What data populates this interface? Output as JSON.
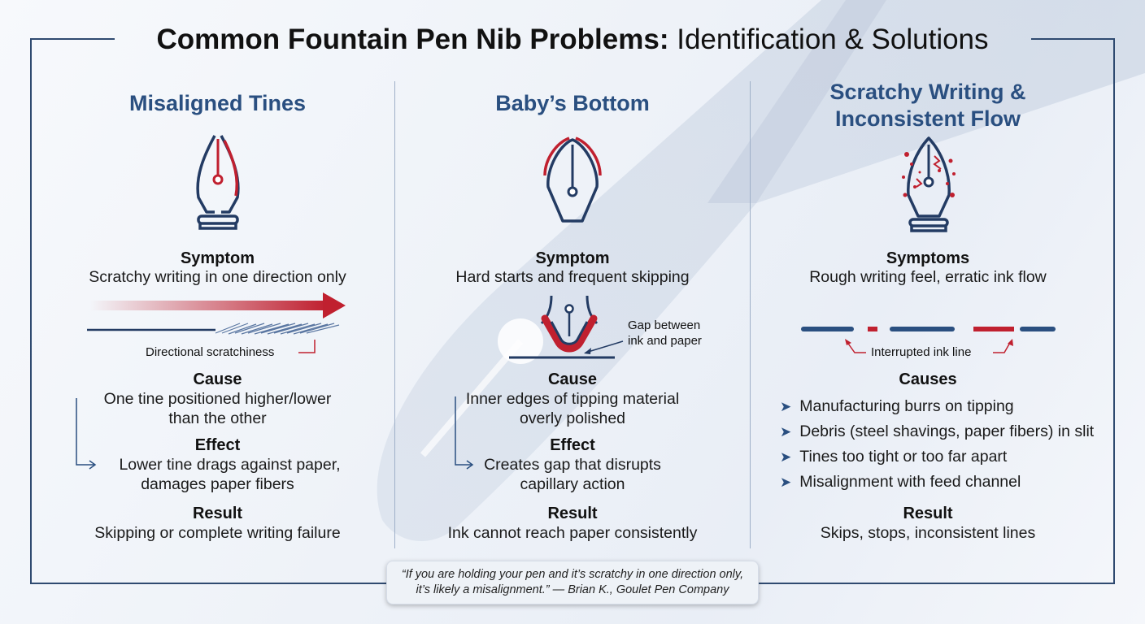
{
  "title": {
    "bold": "Common Fountain Pen Nib Problems:",
    "regular": "Identification & Solutions"
  },
  "colors": {
    "navy": "#2a4f80",
    "red": "#c0202f",
    "frame": "#2f4a70"
  },
  "columns": [
    {
      "title": "Misaligned Tines",
      "icon": "misaligned-nib-icon",
      "symptom_heading": "Symptom",
      "symptom_text": "Scratchy writing in one direction only",
      "diagram_label": "Directional scratchiness",
      "cause_heading": "Cause",
      "cause_line1": "One tine positioned higher/lower",
      "cause_line2": "than the other",
      "effect_heading": "Effect",
      "effect_line1": "Lower tine drags against paper,",
      "effect_line2": "damages paper fibers",
      "result_heading": "Result",
      "result_text": "Skipping or complete writing failure"
    },
    {
      "title": "Baby’s Bottom",
      "icon": "babys-bottom-nib-icon",
      "symptom_heading": "Symptom",
      "symptom_text": "Hard starts and frequent skipping",
      "diagram_label_line1": "Gap between",
      "diagram_label_line2": "ink and paper",
      "cause_heading": "Cause",
      "cause_line1": "Inner edges of tipping material",
      "cause_line2": "overly polished",
      "effect_heading": "Effect",
      "effect_line1": "Creates gap that disrupts",
      "effect_line2": "capillary action",
      "result_heading": "Result",
      "result_text": "Ink cannot reach paper consistently"
    },
    {
      "title_line1": "Scratchy Writing &",
      "title_line2": "Inconsistent Flow",
      "icon": "scratchy-nib-icon",
      "symptom_heading": "Symptoms",
      "symptom_text": "Rough writing feel, erratic ink flow",
      "diagram_label": "Interrupted ink line",
      "causes_heading": "Causes",
      "causes": [
        "Manufacturing burrs on tipping",
        "Debris (steel shavings, paper fibers) in slit",
        "Tines too tight or too far apart",
        "Misalignment with feed channel"
      ],
      "result_heading": "Result",
      "result_text": "Skips, stops, inconsistent lines"
    }
  ],
  "quote": {
    "line1": "“If you are holding your pen and it’s scratchy in one direction only,",
    "line2": "it’s likely a misalignment.” — Brian K., Goulet Pen Company"
  }
}
